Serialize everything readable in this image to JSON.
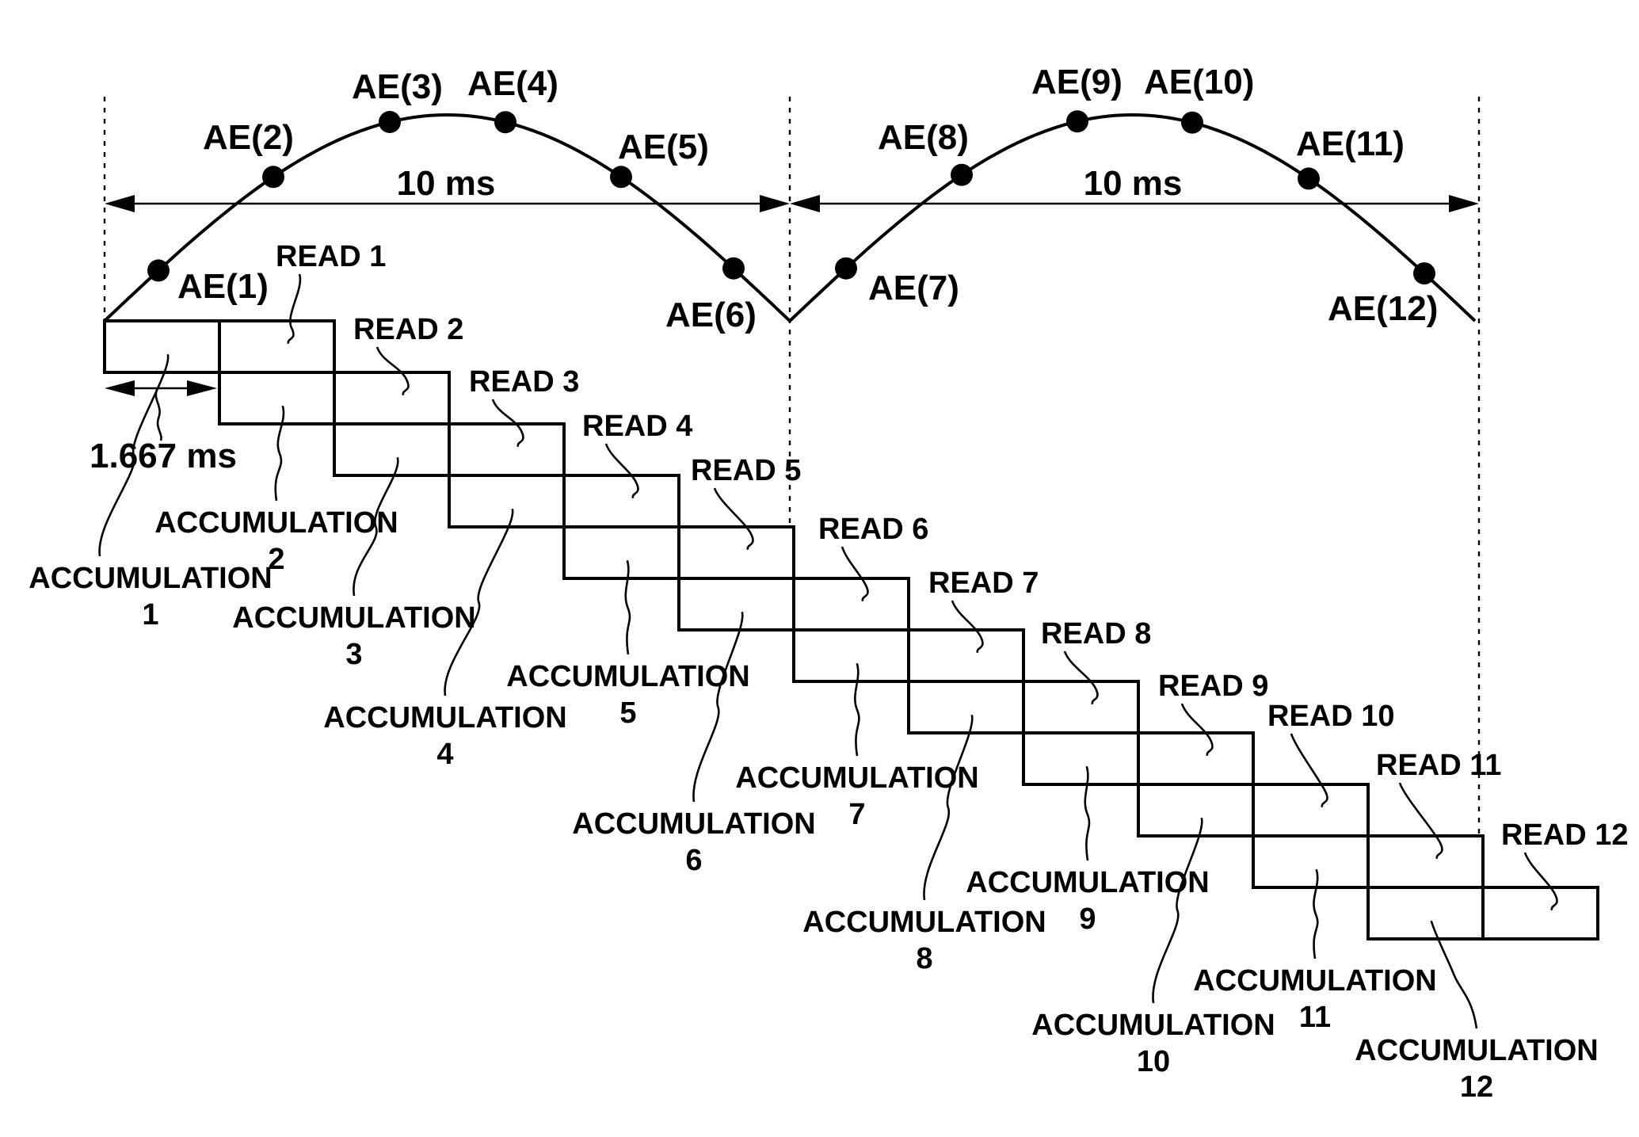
{
  "cycles": [
    {
      "period_label": "10 ms"
    },
    {
      "period_label": "10 ms"
    }
  ],
  "interval_label": "1.667 ms",
  "ae_points": [
    {
      "label": "AE(1)"
    },
    {
      "label": "AE(2)"
    },
    {
      "label": "AE(3)"
    },
    {
      "label": "AE(4)"
    },
    {
      "label": "AE(5)"
    },
    {
      "label": "AE(6)"
    },
    {
      "label": "AE(7)"
    },
    {
      "label": "AE(8)"
    },
    {
      "label": "AE(9)"
    },
    {
      "label": "AE(10)"
    },
    {
      "label": "AE(11)"
    },
    {
      "label": "AE(12)"
    }
  ],
  "frames": [
    {
      "read": "READ 1",
      "acc": "ACCUMULATION",
      "acc_num": "1"
    },
    {
      "read": "READ 2",
      "acc": "ACCUMULATION",
      "acc_num": "2"
    },
    {
      "read": "READ 3",
      "acc": "ACCUMULATION",
      "acc_num": "3"
    },
    {
      "read": "READ 4",
      "acc": "ACCUMULATION",
      "acc_num": "4"
    },
    {
      "read": "READ 5",
      "acc": "ACCUMULATION",
      "acc_num": "5"
    },
    {
      "read": "READ 6",
      "acc": "ACCUMULATION",
      "acc_num": "6"
    },
    {
      "read": "READ 7",
      "acc": "ACCUMULATION",
      "acc_num": "7"
    },
    {
      "read": "READ 8",
      "acc": "ACCUMULATION",
      "acc_num": "8"
    },
    {
      "read": "READ 9",
      "acc": "ACCUMULATION",
      "acc_num": "9"
    },
    {
      "read": "READ 10",
      "acc": "ACCUMULATION",
      "acc_num": "10"
    },
    {
      "read": "READ 11",
      "acc": "ACCUMULATION",
      "acc_num": "11"
    },
    {
      "read": "READ 12",
      "acc": "ACCUMULATION",
      "acc_num": "12"
    }
  ]
}
